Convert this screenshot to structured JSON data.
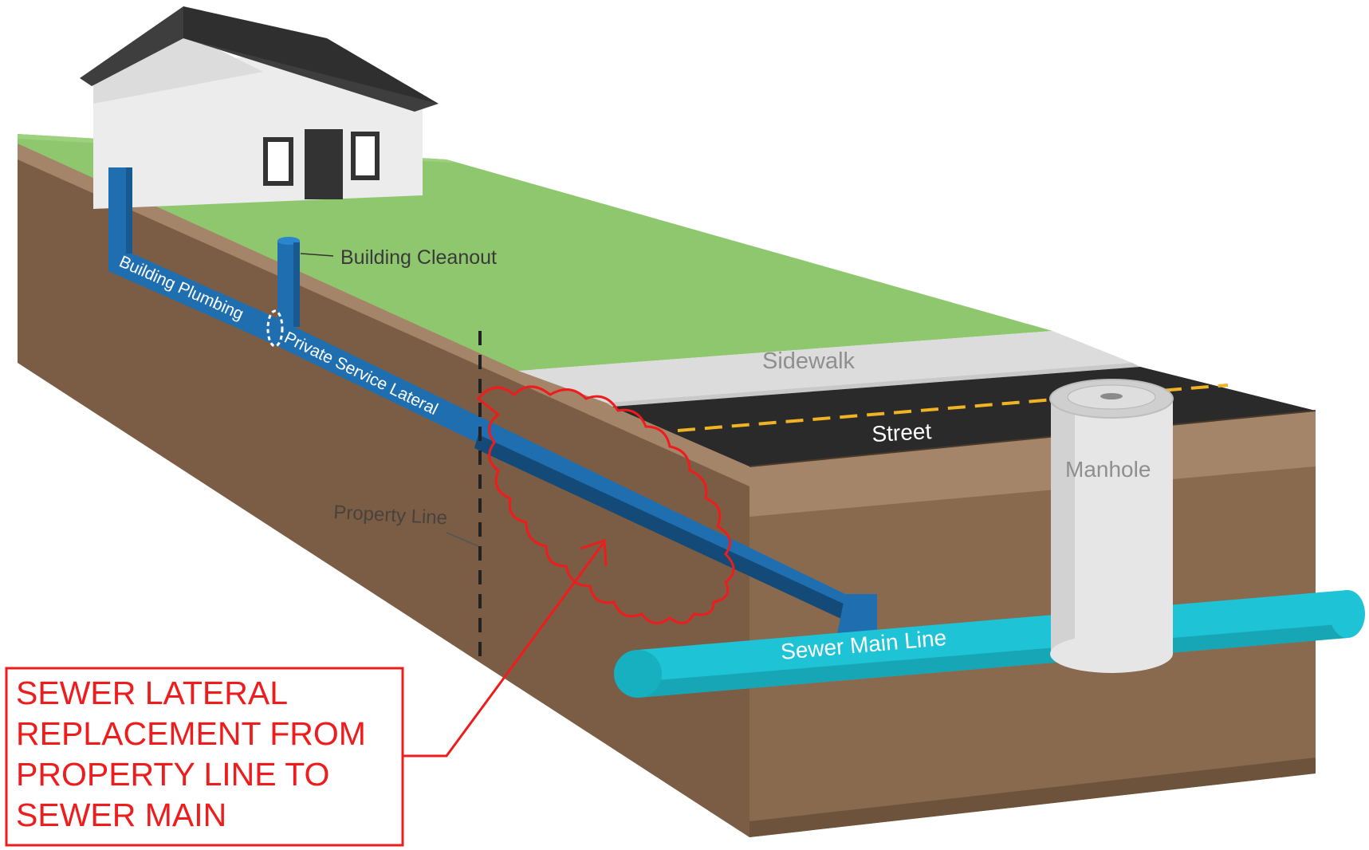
{
  "labels": {
    "building_cleanout": "Building Cleanout",
    "building_plumbing": "Building Plumbing",
    "private_service_lateral": "Private Service Lateral",
    "sidewalk": "Sidewalk",
    "street": "Street",
    "manhole": "Manhole",
    "property_line": "Property Line",
    "sewer_main_line": "Sewer Main Line"
  },
  "callout": {
    "lines": [
      "SEWER LATERAL",
      "REPLACEMENT FROM",
      "PROPERTY LINE TO",
      "SEWER MAIN"
    ]
  },
  "colors": {
    "grass": "#8fc76e",
    "soil_top": "#a5856a",
    "soil_body": "#8a6a4e",
    "soil_dark": "#7a5d44",
    "lateral_pipe": "#1f6fb0",
    "main_pipe": "#1fc3d6",
    "sidewalk": "#dcdcdc",
    "street": "#2a2a2a",
    "highlight": "#ee1c1c"
  }
}
